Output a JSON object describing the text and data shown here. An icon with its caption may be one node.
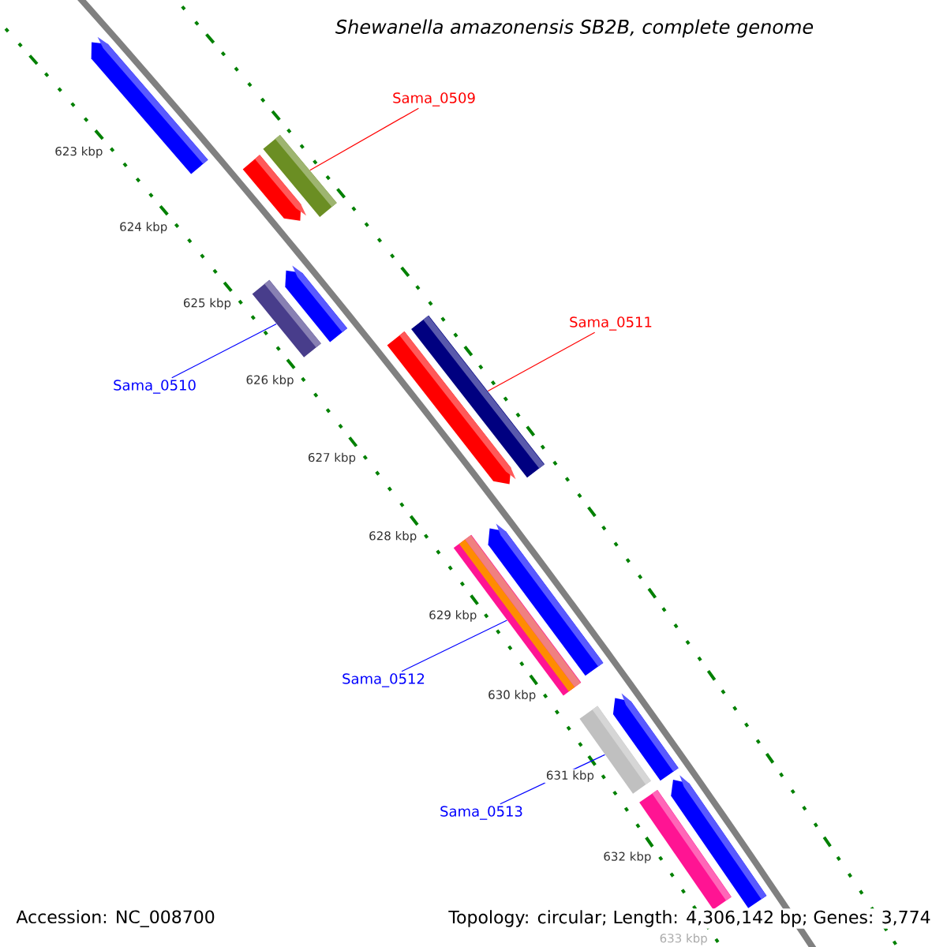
{
  "diagram": {
    "title": "Shewanella amazonensis SB2B, complete genome",
    "nodes": [
      {
        "text": [
          "Sama_0509"
        ]
      },
      {
        "text": [
          "Sama_0511"
        ]
      },
      {
        "text": [
          "Sama_0510"
        ]
      },
      {
        "text": [
          "Sama_0512"
        ]
      },
      {
        "text": [
          "Sama_0513"
        ]
      },
      {
        "text": [],
        "shape": "bar"
      },
      {
        "text": [],
        "shape": "bar"
      },
      {
        "text": [],
        "shape": "bar"
      },
      {
        "text": [],
        "shape": "bar"
      },
      {
        "text": [],
        "shape": "bar"
      },
      {
        "text": [],
        "shape": "bar"
      }
    ],
    "edges": [
      {
        "from": 0,
        "to": 5,
        "arrow": "none",
        "color": "#ff0000"
      },
      {
        "from": 1,
        "to": 7,
        "arrow": "none",
        "color": "#ff0000"
      },
      {
        "from": 2,
        "to": 6,
        "arrow": "none"
      },
      {
        "from": 3,
        "to": 8,
        "arrow": "none"
      },
      {
        "from": 4,
        "to": 9,
        "arrow": "none"
      }
    ],
    "labels": [
      "623 kbp",
      "624 kbp",
      "625 kbp",
      "626 kbp",
      "627 kbp",
      "628 kbp",
      "629 kbp",
      "630 kbp",
      "631 kbp",
      "632 kbp",
      "633 kbp",
      "Accession: NC_008700",
      "Topology: circular; Length: 4,306,142 bp; Genes: 3,774"
    ]
  }
}
